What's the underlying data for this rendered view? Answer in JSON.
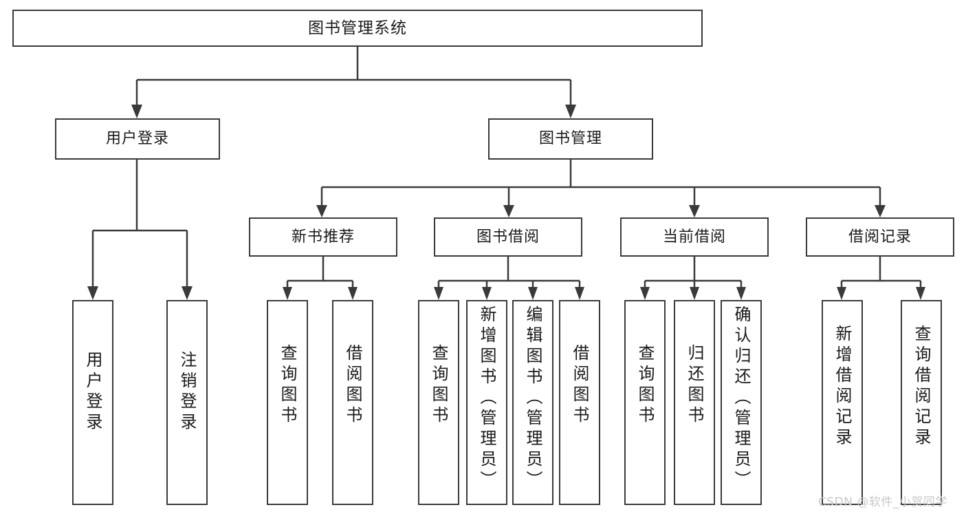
{
  "diagram": {
    "title": "图书管理系统",
    "type": "tree",
    "stroke_color": "#3a3a3a",
    "fill_color": "#ffffff",
    "text_color": "#1a1a1a"
  },
  "nodes": {
    "root": {
      "label": "图书管理系统"
    },
    "level2": [
      {
        "label": "用户登录"
      },
      {
        "label": "图书管理"
      }
    ],
    "level3": [
      {
        "label": "新书推荐"
      },
      {
        "label": "图书借阅"
      },
      {
        "label": "当前借阅"
      },
      {
        "label": "借阅记录"
      }
    ],
    "leaves_user_login": [
      {
        "label": "用户登录"
      },
      {
        "label": "注销登录"
      }
    ],
    "leaves_new_book": [
      {
        "label": "查询图书"
      },
      {
        "label": "借阅图书"
      }
    ],
    "leaves_borrow": [
      {
        "label": "查询图书"
      },
      {
        "label": "新增图书（管理员）"
      },
      {
        "label": "编辑图书（管理员）"
      },
      {
        "label": "借阅图书"
      }
    ],
    "leaves_current": [
      {
        "label": "查询图书"
      },
      {
        "label": "归还图书"
      },
      {
        "label": "确认归还（管理员）"
      }
    ],
    "leaves_record": [
      {
        "label": "新增借阅记录"
      },
      {
        "label": "查询借阅记录"
      }
    ]
  },
  "watermark": {
    "text": "CSDN @软件_小贺同学"
  }
}
